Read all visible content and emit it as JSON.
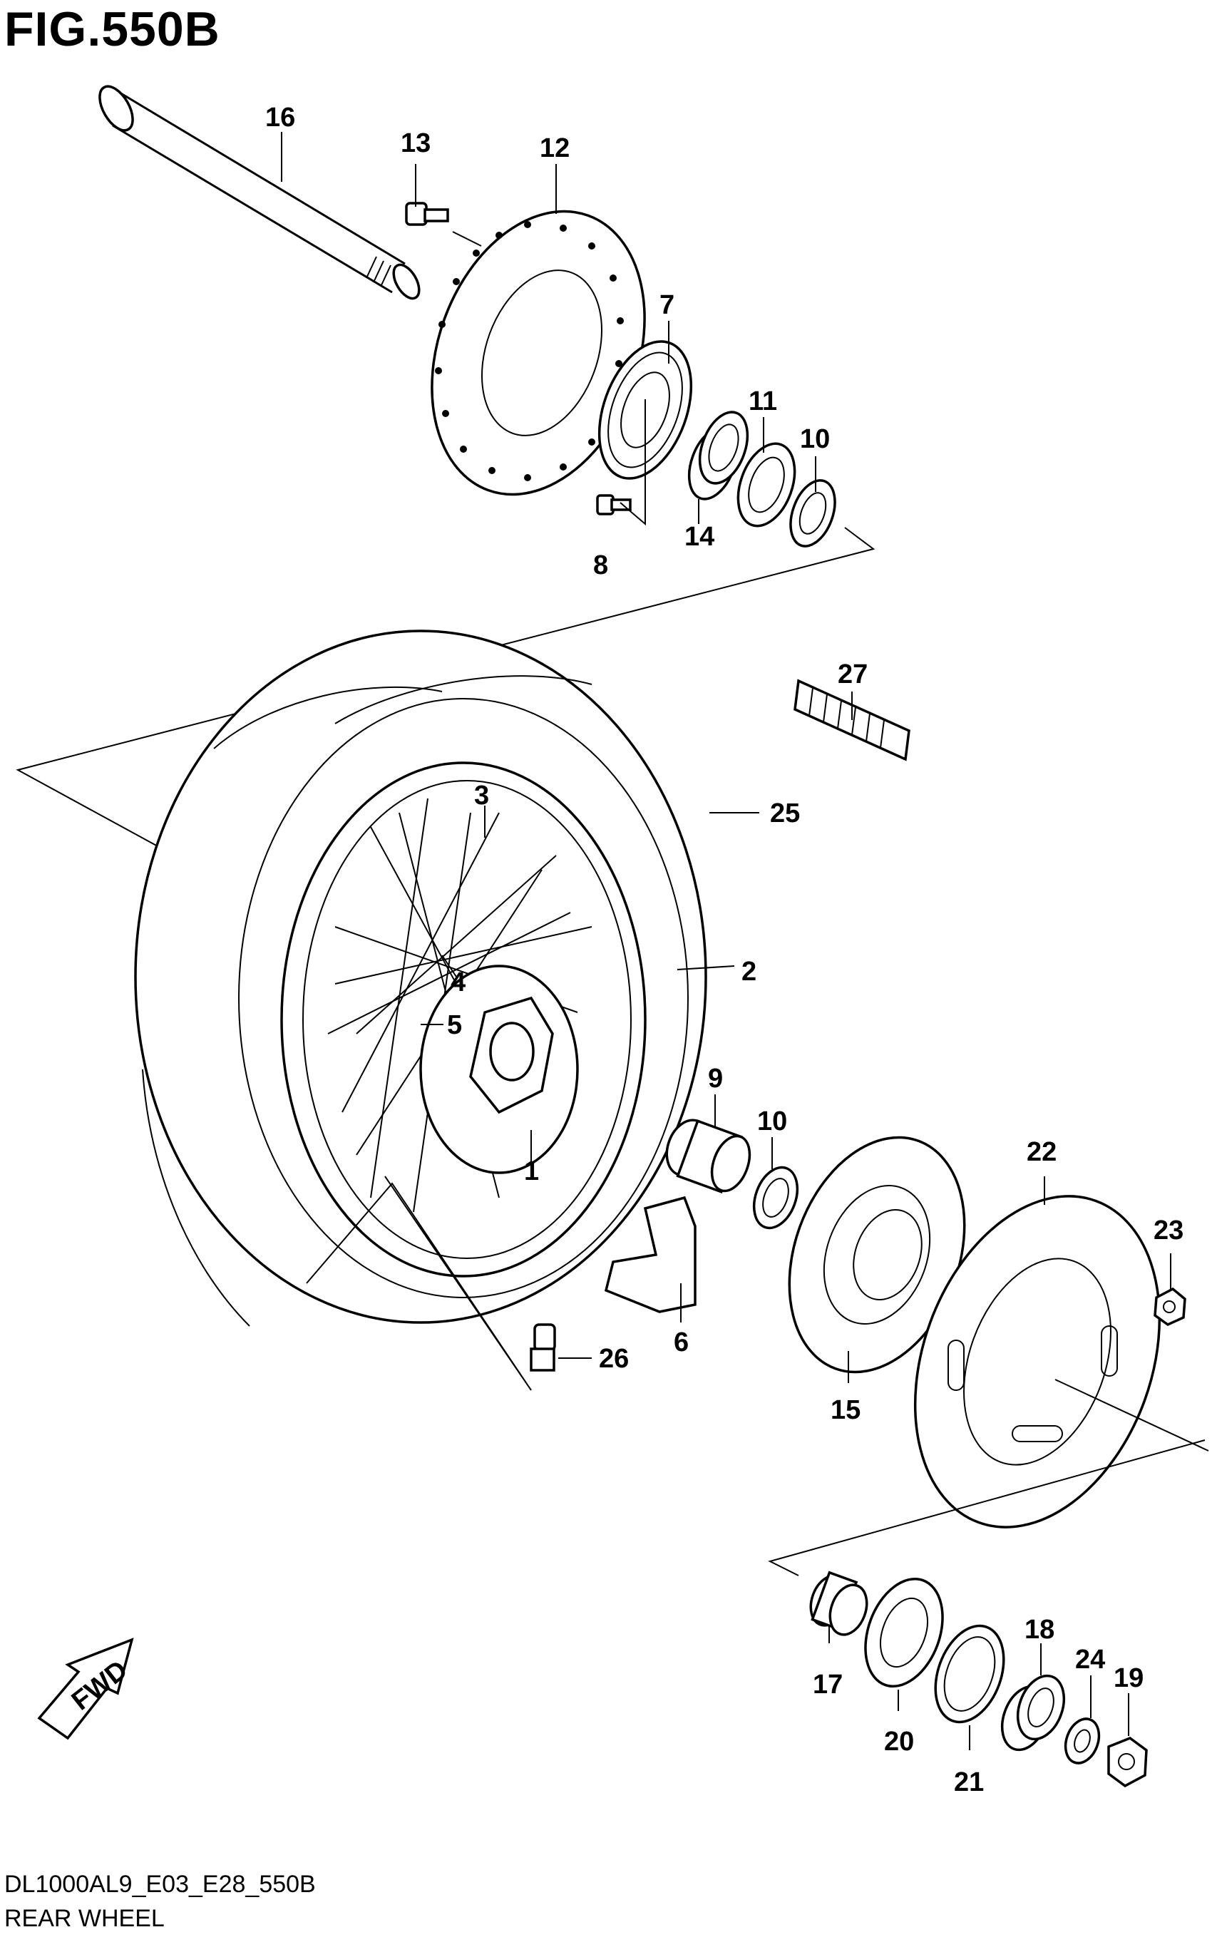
{
  "figure": {
    "title": "FIG.550B",
    "code": "DL1000AL9_E03_E28_550B",
    "name": "REAR WHEEL",
    "fwd_label": "FWD"
  },
  "callouts": [
    "1",
    "2",
    "3",
    "4",
    "5",
    "6",
    "7",
    "8",
    "9",
    "10",
    "10",
    "11",
    "12",
    "13",
    "14",
    "15",
    "16",
    "17",
    "18",
    "19",
    "20",
    "21",
    "22",
    "23",
    "24",
    "25",
    "26",
    "27"
  ]
}
